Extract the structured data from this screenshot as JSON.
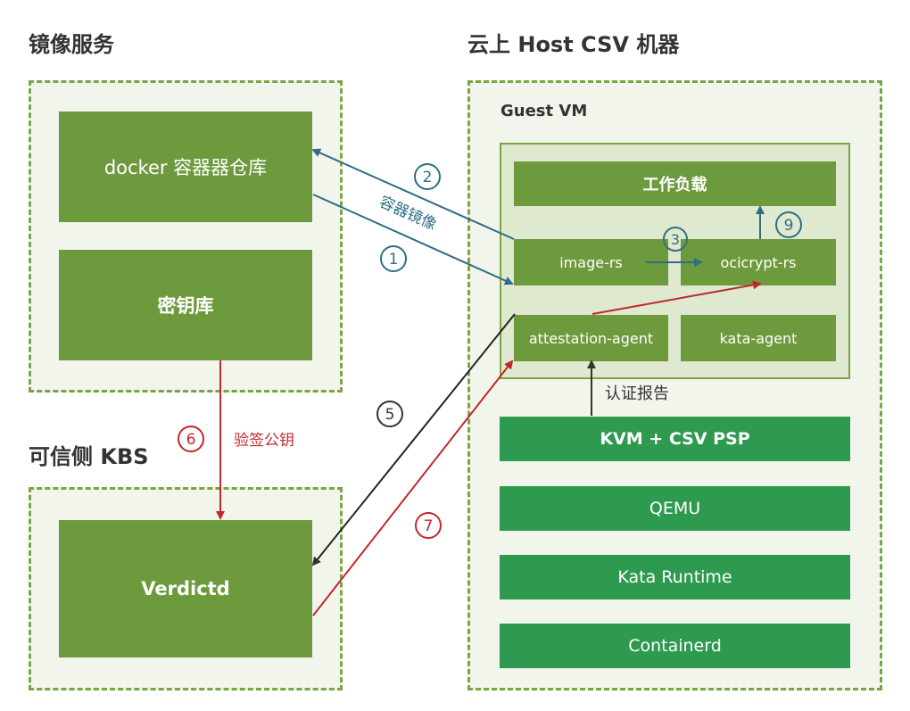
{
  "titles": {
    "mirror_service": "镜像服务",
    "cloud_host": "云上 Host CSV 机器",
    "trusted_kbs": "可信侧 KBS"
  },
  "mirror": {
    "docker_repo": "docker 容器器仓库",
    "key_store": "密钥库"
  },
  "kbs": {
    "verdictd": "Verdictd"
  },
  "guest": {
    "label": "Guest VM",
    "workload": "工作负载",
    "image_rs": "image-rs",
    "ocicrypt_rs": "ocicrypt-rs",
    "attestation_agent": "attestation-agent",
    "kata_agent": "kata-agent"
  },
  "host_stack": {
    "kvm": "KVM + CSV PSP",
    "qemu": "QEMU",
    "kata_runtime": "Kata Runtime",
    "containerd": "Containerd"
  },
  "arrows": {
    "step1": "1",
    "step2": "2",
    "step3": "3",
    "step5": "5",
    "step6": "6",
    "step7": "7",
    "step9": "9",
    "container_image": "容器镜像",
    "verify_key": "验签公钥",
    "attest_report": "认证报告"
  },
  "colors": {
    "teal": "#2e6e84",
    "red": "#c0282d",
    "dark": "#333333",
    "green_box": "#6e9a3e",
    "bright_green": "#2e9a4f"
  }
}
